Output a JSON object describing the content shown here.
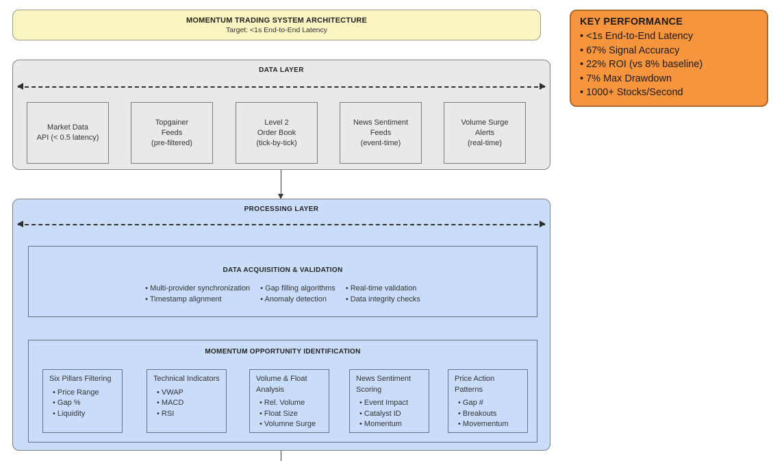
{
  "title_box": {
    "title": "MOMENTUM TRADING SYSTEM ARCHITECTURE",
    "subtitle": "Target: <1s End-to-End Latency"
  },
  "key_performance": {
    "title": "KEY PERFORMANCE",
    "items": [
      "• <1s End-to-End Latency",
      "• 67% Signal Accuracy",
      "• 22% ROI (vs 8% baseline)",
      "• 7% Max Drawdown",
      "• 1000+ Stocks/Second"
    ]
  },
  "data_layer": {
    "title": "DATA LAYER",
    "nodes": [
      {
        "lines": [
          "Market Data",
          "API (< 0.5 latency)"
        ]
      },
      {
        "lines": [
          "Topgainer",
          "Feeds",
          "(pre-filtered)"
        ]
      },
      {
        "lines": [
          "Level 2",
          "Order Book",
          "(tick-by-tick)"
        ]
      },
      {
        "lines": [
          "News Sentiment",
          "Feeds",
          "(event-time)"
        ]
      },
      {
        "lines": [
          "Volume Surge",
          "Alerts",
          "(real-time)"
        ]
      }
    ]
  },
  "processing_layer": {
    "title": "PROCESSING LAYER",
    "acquisition": {
      "title": "DATA ACQUISITION & VALIDATION",
      "columns": [
        [
          "• Multi-provider synchronization",
          "• Timestamp alignment"
        ],
        [
          "• Gap filling algorithms",
          "• Anomaly detection"
        ],
        [
          "• Real-time validation",
          "• Data integrity checks"
        ]
      ]
    },
    "momentum": {
      "title": "MOMENTUM OPPORTUNITY IDENTIFICATION",
      "nodes": [
        {
          "title": "Six Pillars Filtering",
          "bullets": [
            "• Price Range",
            "• Gap %",
            "• Liquidity"
          ]
        },
        {
          "title": "Technical Indicators",
          "bullets": [
            "• VWAP",
            "• MACD",
            "• RSI"
          ]
        },
        {
          "title": "Volume & Float Analysis",
          "bullets": [
            "• Rel. Volume",
            "• Float Size",
            "• Volumne Surge"
          ]
        },
        {
          "title": "News Sentiment Scoring",
          "bullets": [
            "• Event Impact",
            "• Catalyst ID",
            "• Momentum"
          ]
        },
        {
          "title": "Price Action Patterns",
          "bullets": [
            "• Gap #",
            "• Breakouts",
            "• Movementum"
          ]
        }
      ]
    }
  },
  "colors": {
    "banner_bg": "#faf3c2",
    "kpi_bg": "#f7953f",
    "kpi_border": "#aa682c",
    "data_layer_bg": "#e9e9e9",
    "processing_layer_bg": "#c9dcf9",
    "line": "#2f2f2f",
    "text": "#333333"
  }
}
